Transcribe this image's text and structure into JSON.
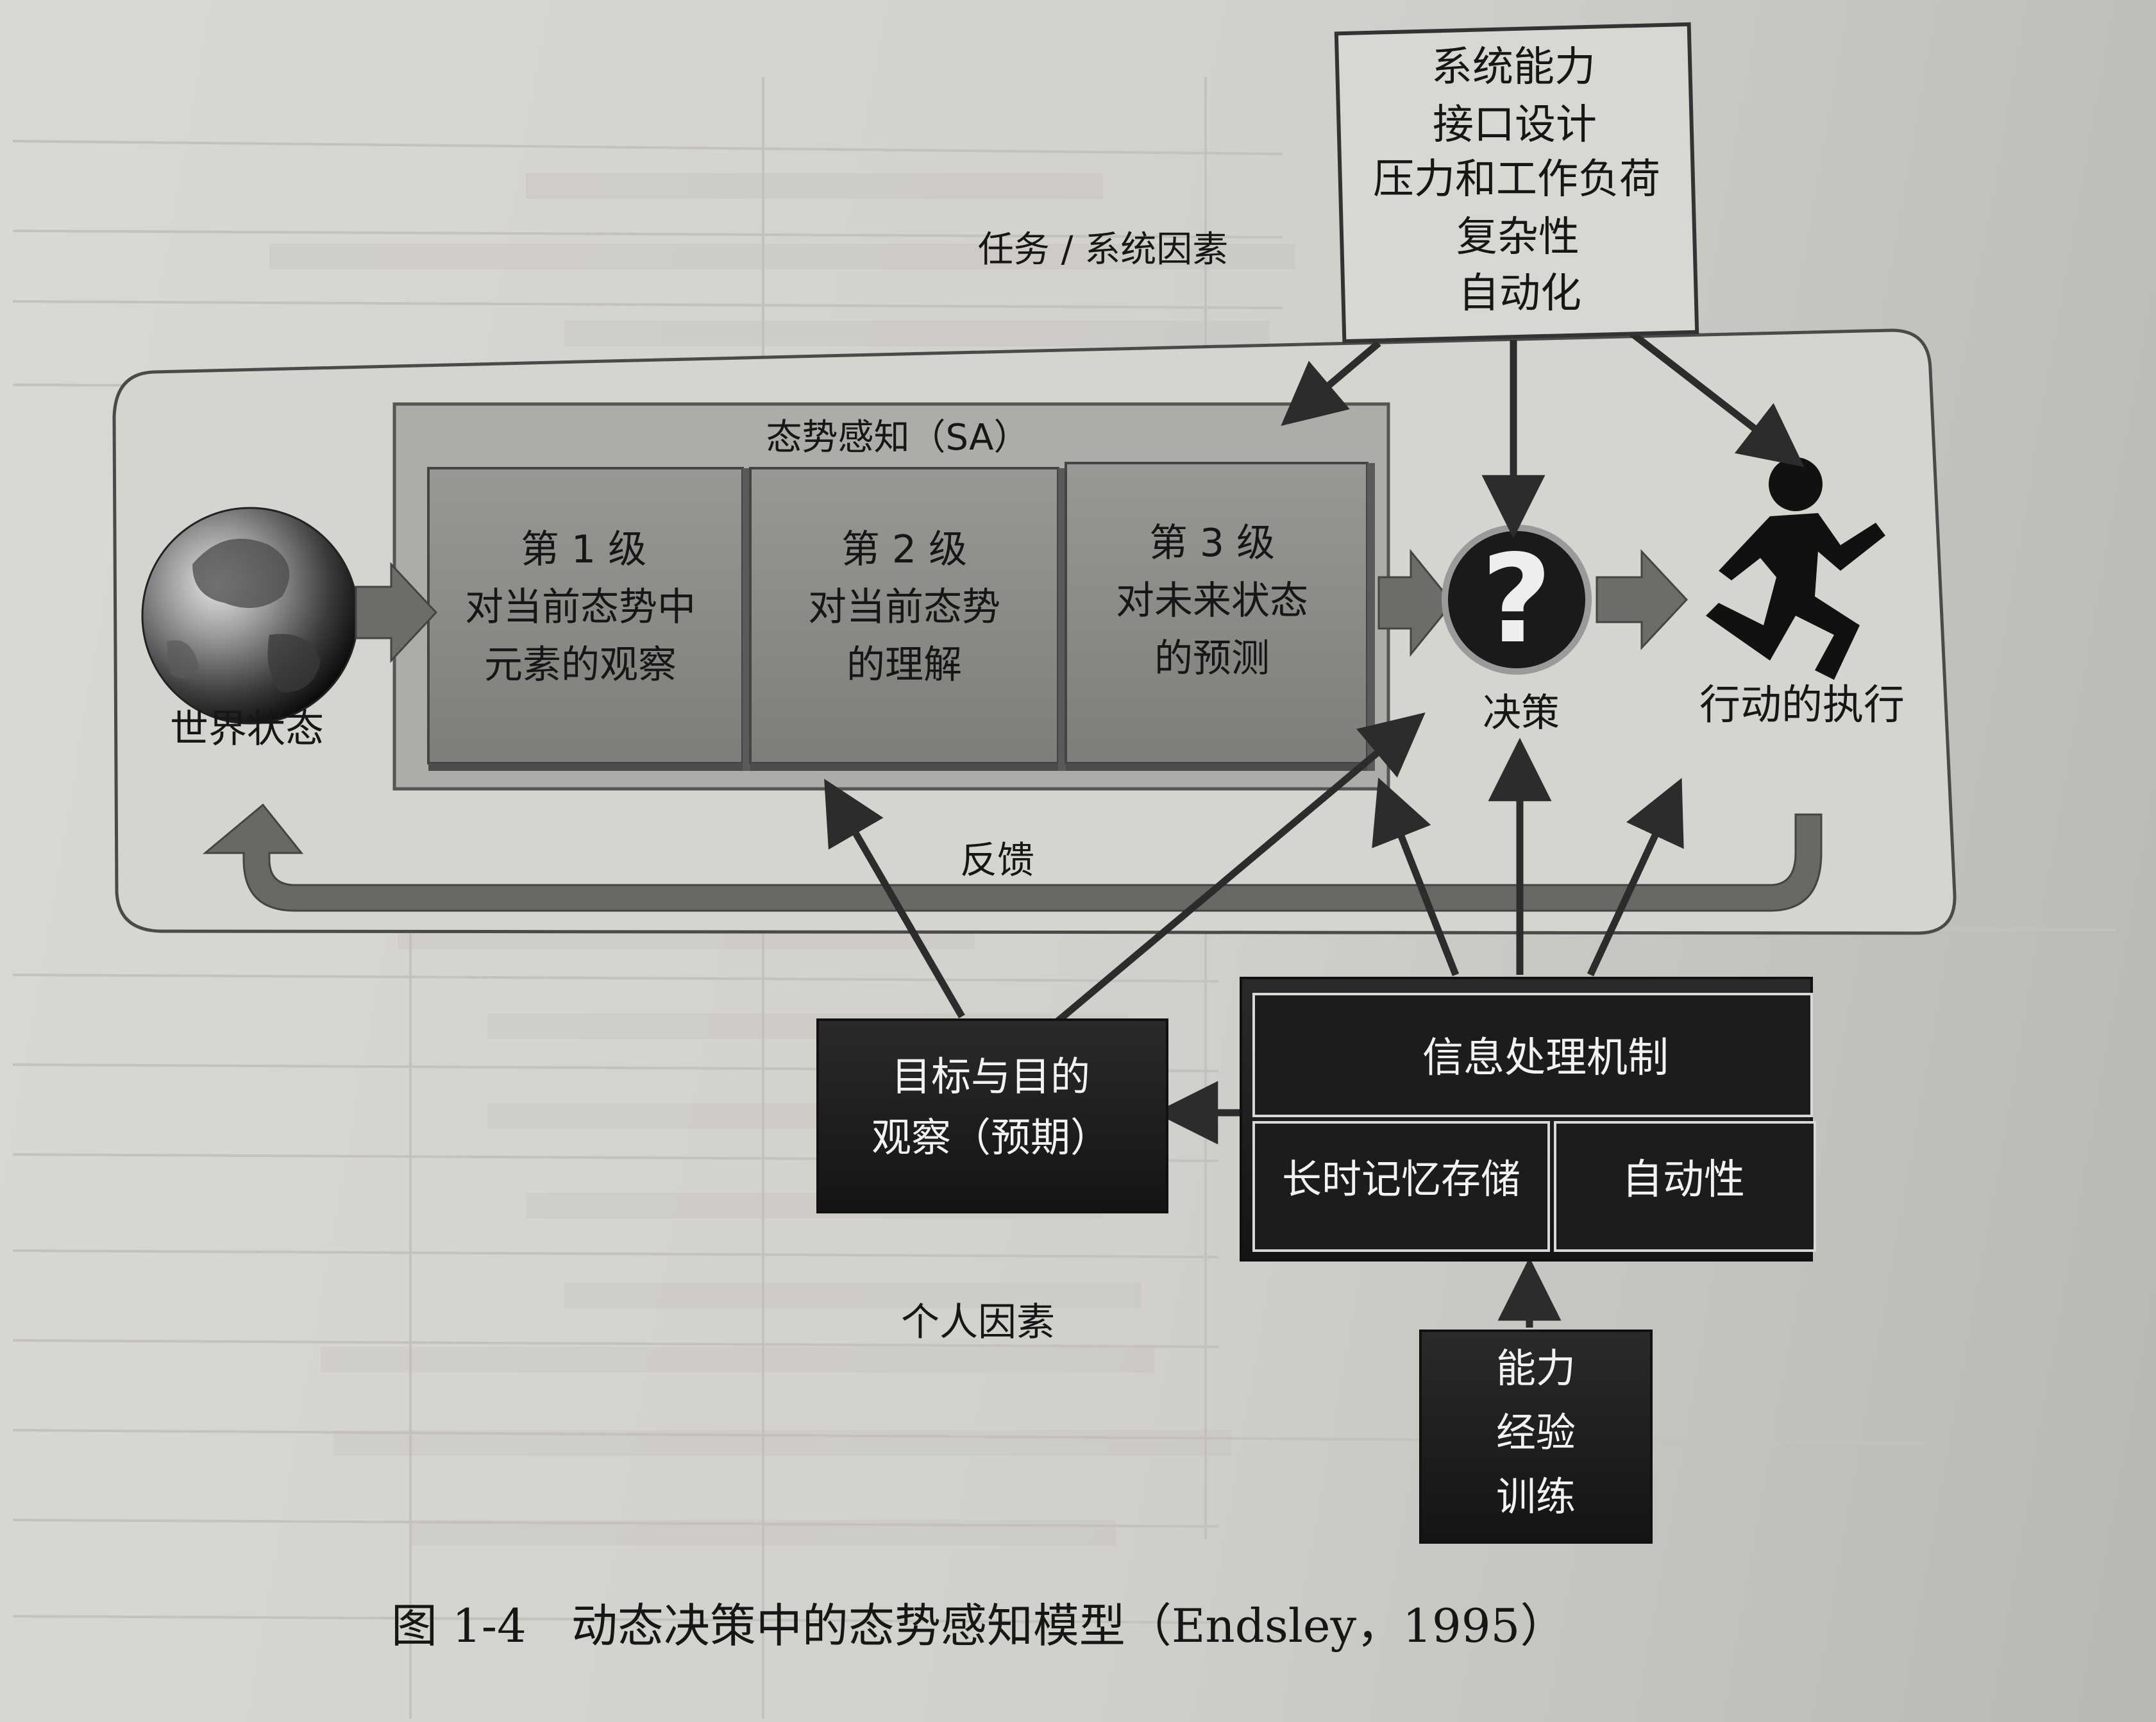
{
  "diagram": {
    "task_factors": {
      "title": "任务 / 系统因素",
      "items": [
        "系统能力",
        "接口设计",
        "压力和工作负荷",
        "复杂性",
        "自动化"
      ]
    },
    "sa": {
      "title": "态势感知（SA）",
      "levels": [
        {
          "level": "第 1 级",
          "lines": [
            "对当前态势中",
            "元素的观察"
          ]
        },
        {
          "level": "第 2 级",
          "lines": [
            "对当前态势",
            "的理解"
          ]
        },
        {
          "level": "第 3 级",
          "lines": [
            "对未来状态",
            "的预测"
          ]
        }
      ]
    },
    "world_state": "世界状态",
    "decision": "决策",
    "action": "行动的执行",
    "feedback": "反馈",
    "goals": [
      "目标与目的",
      "观察（预期）"
    ],
    "info_processing": {
      "title": "信息处理机制",
      "left": "长时记忆存储",
      "right": "自动性"
    },
    "individual_factors": {
      "title": "个人因素",
      "items": [
        "能力",
        "经验",
        "训练"
      ]
    },
    "icons": [
      "globe-icon",
      "question-icon",
      "running-person-icon"
    ]
  },
  "caption": {
    "label": "图 1-4",
    "text": "动态决策中的态势感知模型（Endsley，1995）"
  }
}
